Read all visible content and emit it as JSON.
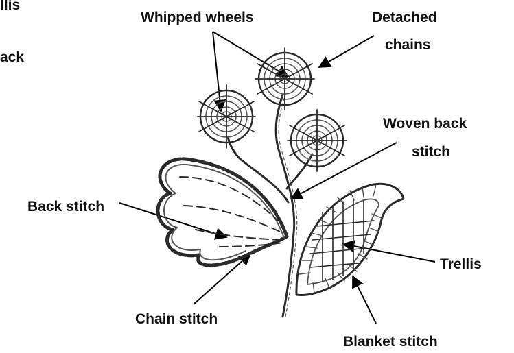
{
  "labels": {
    "trellis_cut": "llis",
    "back_cut": "ack",
    "whipped_wheels": "Whipped wheels",
    "detached_chains_1": "Detached",
    "detached_chains_2": "chains",
    "woven_back_stitch_1": "Woven back",
    "woven_back_stitch_2": "stitch",
    "back_stitch": "Back stitch",
    "trellis": "Trellis",
    "chain_stitch": "Chain stitch",
    "blanket_stitch": "Blanket stitch"
  },
  "colors": {
    "ink": "#2a2a2a",
    "label": "#111111",
    "background": "#ffffff"
  }
}
